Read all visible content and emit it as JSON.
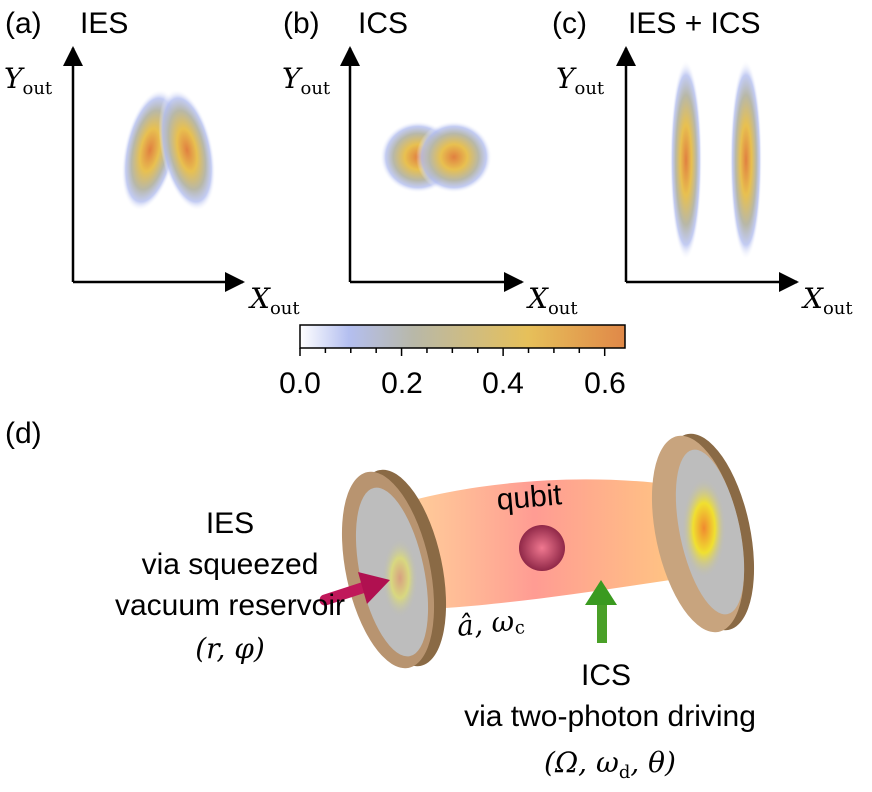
{
  "panels": [
    {
      "tag": "(a)",
      "title": "IES",
      "ylabel": "Y",
      "xlabel": "X",
      "sub": "out"
    },
    {
      "tag": "(b)",
      "title": "ICS",
      "ylabel": "Y",
      "xlabel": "X",
      "sub": "out"
    },
    {
      "tag": "(c)",
      "title": "IES + ICS",
      "ylabel": "Y",
      "xlabel": "X",
      "sub": "out"
    }
  ],
  "colorbar": {
    "ticks": [
      "0.0",
      "0.2",
      "0.4",
      "0.6"
    ],
    "range": [
      0,
      0.64
    ],
    "colors": [
      "#ffffff",
      "#b4bff0",
      "#b8b8a8",
      "#e6c05a",
      "#e08848"
    ]
  },
  "diagram": {
    "tag": "(d)",
    "qubit": "qubit",
    "mode": "â, ω",
    "mode_sub": "c",
    "left_label": [
      "IES",
      "via squeezed",
      "vacuum reservoir",
      "(r, φ)"
    ],
    "right_label": [
      "ICS",
      "via two-photon driving"
    ],
    "right_params": {
      "open": "(Ω, ω",
      "sub": "d",
      "close": ", θ)"
    },
    "colors": {
      "mirror": "#a8855c",
      "beam": "#ff9a70",
      "qubit": "#b03a5a",
      "ies_arrow": "#c0185a",
      "ics_arrow": "#3a9a20"
    }
  }
}
